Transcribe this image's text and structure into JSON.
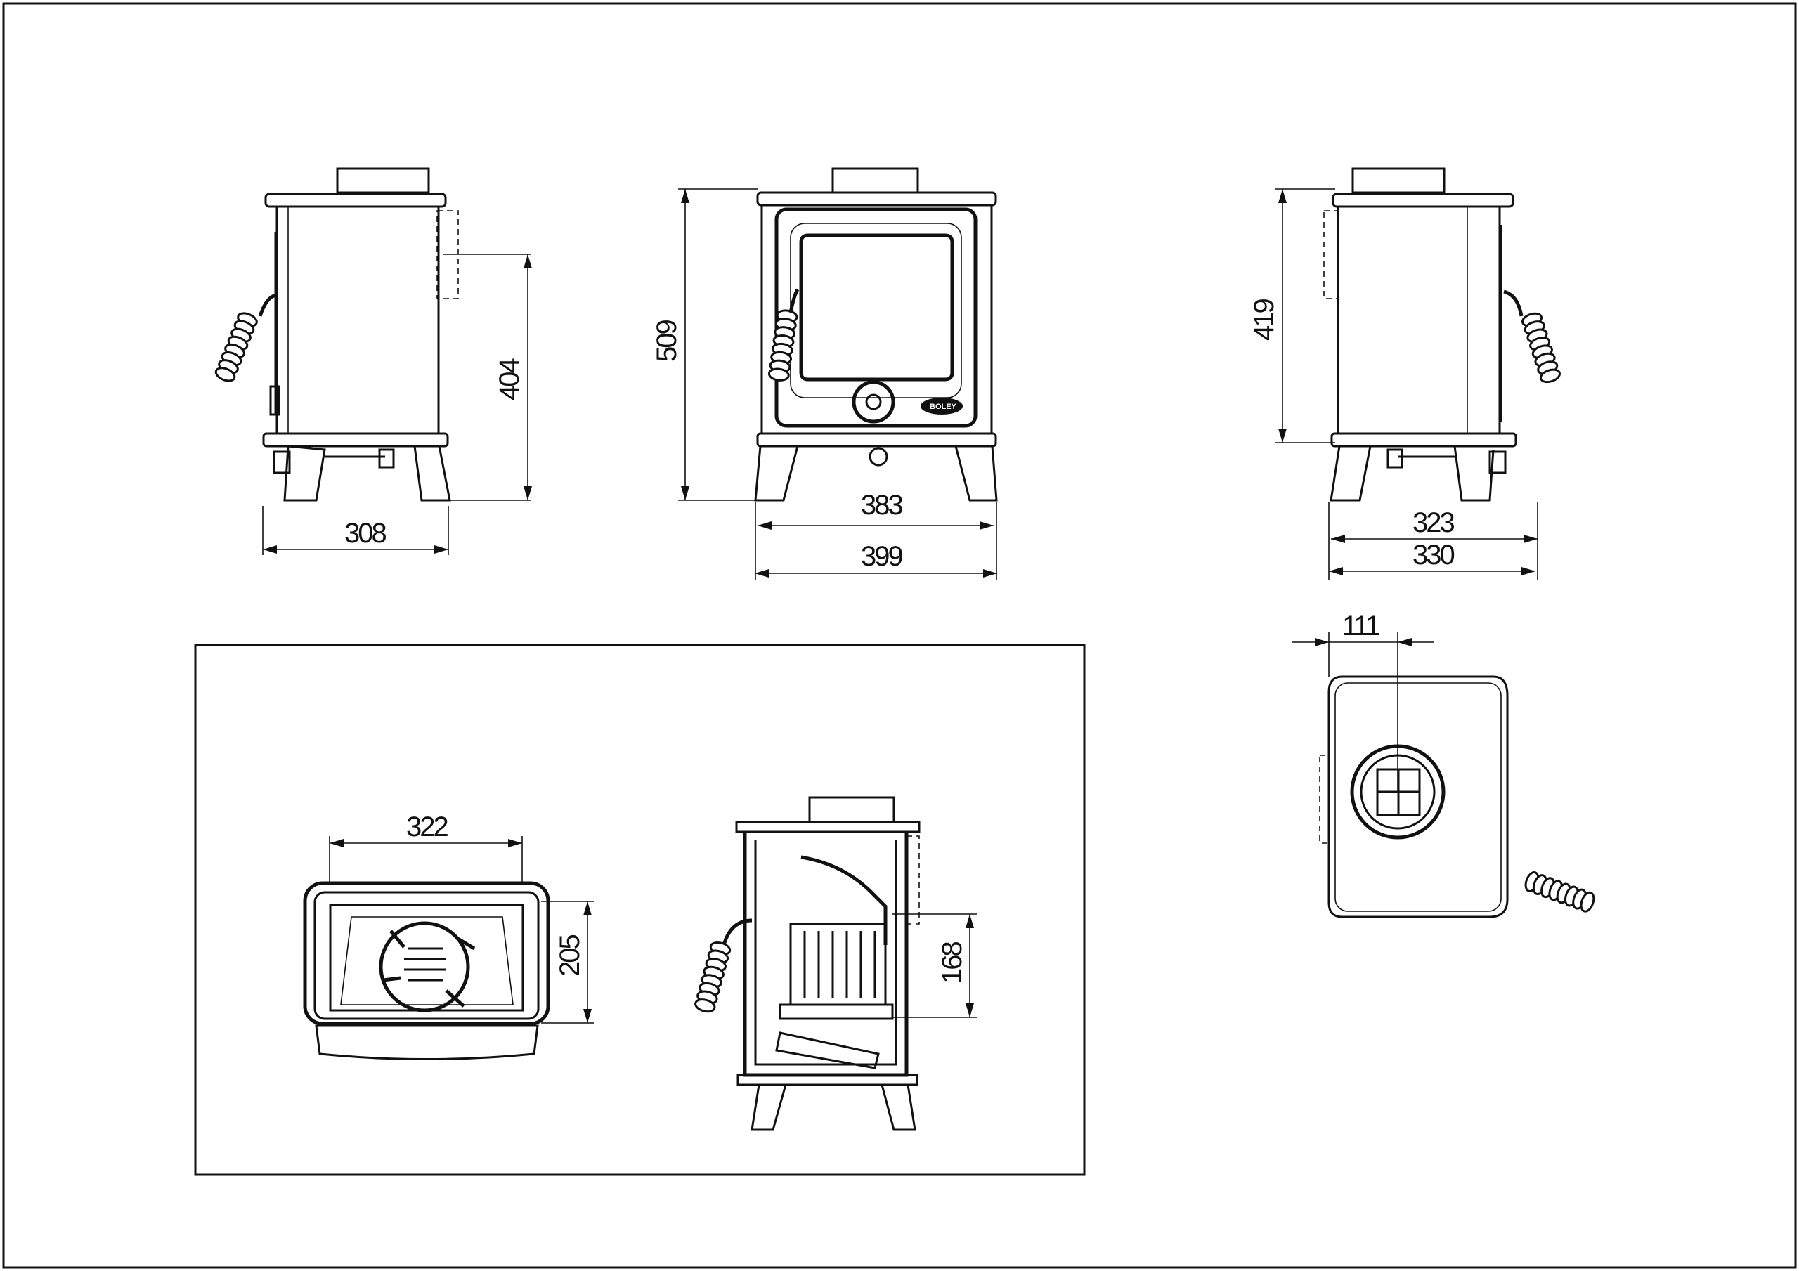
{
  "drawing": {
    "title": "Stove dimension drawing",
    "badge_text": "BOLEY",
    "views": {
      "left_side": {
        "width_label": "308",
        "flue_height_label": "404"
      },
      "front": {
        "height_label": "509",
        "leg_span_label": "383",
        "width_label": "399"
      },
      "right_side": {
        "height_label": "419",
        "leg_span_label": "323",
        "depth_label": "330"
      },
      "top": {
        "flue_offset_label": "111"
      },
      "firebox_plan": {
        "width_label": "322",
        "depth_label": "205"
      },
      "section": {
        "height_label": "168"
      }
    }
  }
}
